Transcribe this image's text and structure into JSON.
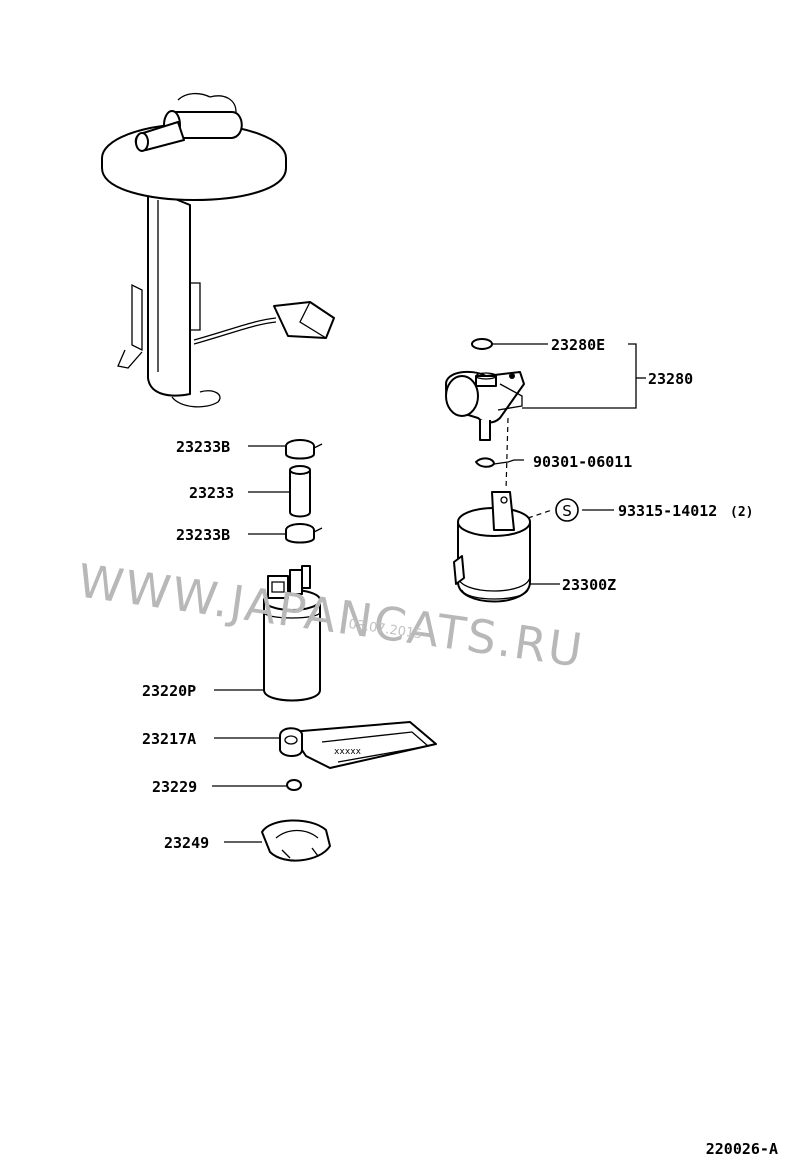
{
  "watermark": {
    "site": "WWW.JAPANCATS.RU",
    "date": "03.07.2015"
  },
  "labels": {
    "l23233B_top": "23233B",
    "l23233": "23233",
    "l23233B_bottom": "23233B",
    "l23220P": "23220P",
    "l23217A": "23217A",
    "l23229": "23229",
    "l23249": "23249",
    "l23280E": "23280E",
    "l23280": "23280",
    "l90301": "90301-06011",
    "l93315": "93315-14012",
    "l93315_qty": "(2)",
    "l23300Z": "23300Z",
    "s_mark": "S"
  },
  "reference_code": "220026-A"
}
